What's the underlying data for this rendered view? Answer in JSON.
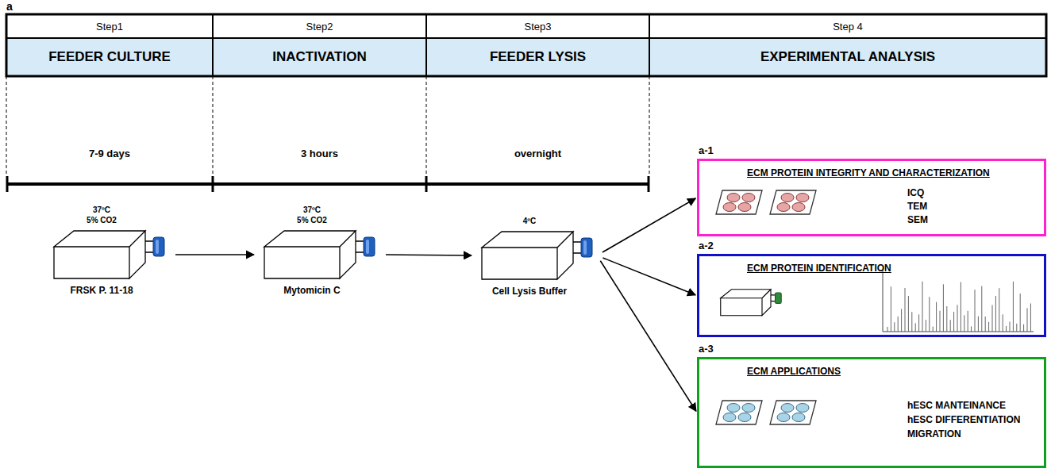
{
  "diagram": {
    "nodes": [
      {
        "text": [
          "Step1"
        ]
      },
      {
        "text": [
          "Step2"
        ]
      },
      {
        "text": [
          "Step3"
        ]
      },
      {
        "text": [
          "Step 4"
        ]
      },
      {
        "text": [
          "FEEDER CULTURE"
        ]
      },
      {
        "text": [
          "INACTIVATION"
        ]
      },
      {
        "text": [
          "FEEDER LYSIS"
        ]
      },
      {
        "text": [
          "EXPERIMENTAL ANALYSIS"
        ]
      },
      {
        "text": [
          "37ºC",
          "5% CO2",
          "FRSK P. 11-18"
        ]
      },
      {
        "text": [
          "37ºC",
          "5% CO2",
          "Mytomicin C"
        ]
      },
      {
        "text": [
          "4ºC",
          "Cell Lysis Buffer"
        ]
      },
      {
        "text": [
          "ECM PROTEIN INTEGRITY AND CHARACTERIZATION",
          "ICQ",
          "TEM",
          "SEM"
        ]
      },
      {
        "text": [
          "ECM PROTEIN IDENTIFICATION"
        ]
      },
      {
        "text": [
          "ECM APPLICATIONS",
          "hESC MANTEINANCE",
          "hESC DIFFERENTIATION",
          "MIGRATION"
        ]
      }
    ],
    "edges": [
      {
        "from": 8,
        "to": 9,
        "arrow": "to"
      },
      {
        "from": 9,
        "to": 10,
        "arrow": "to"
      },
      {
        "from": 10,
        "to": 11,
        "arrow": "to"
      },
      {
        "from": 10,
        "to": 12,
        "arrow": "to"
      },
      {
        "from": 10,
        "to": 13,
        "arrow": "to"
      }
    ],
    "labels": [
      "a",
      "7-9 days",
      "3 hours",
      "overnight",
      "a-1",
      "a-2",
      "a-3"
    ]
  }
}
